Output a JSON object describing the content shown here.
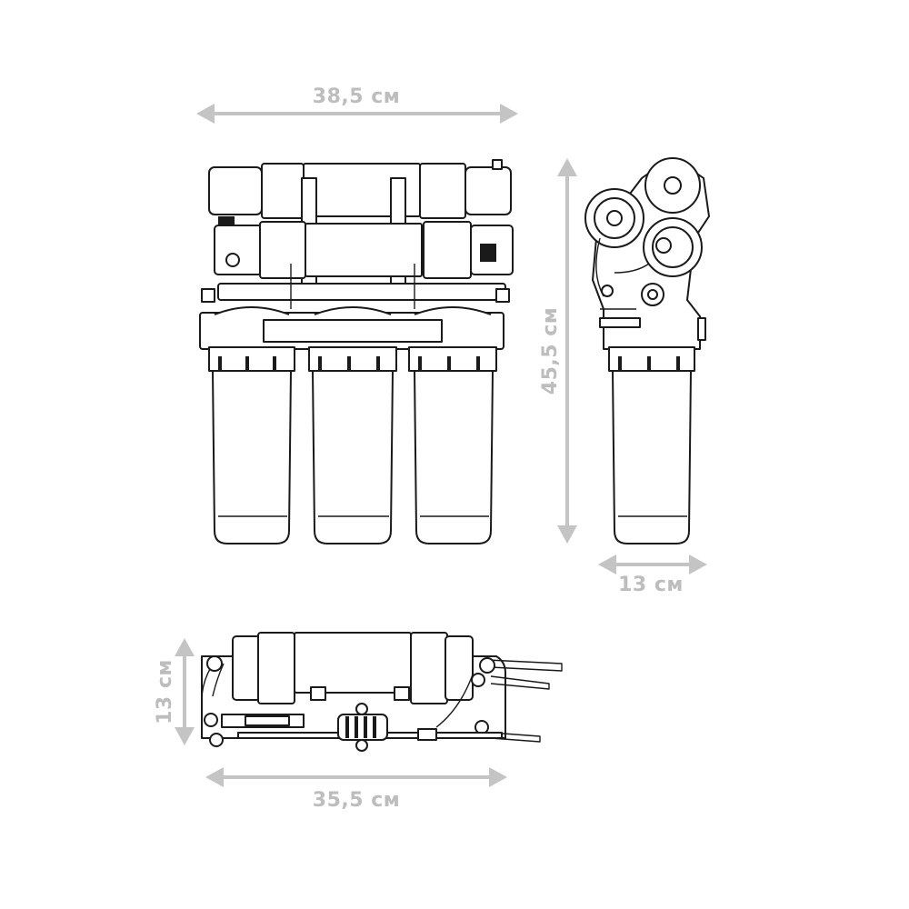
{
  "dimensions": {
    "width_front": "38,5 см",
    "height_front": "45,5 см",
    "depth_side": "13 см",
    "depth_top": "13 см",
    "width_top": "35,5 см"
  },
  "colors": {
    "dimension": "#c4c4c4",
    "dimension_text": "#bdbdbd",
    "ink": "#1a1a1a"
  }
}
